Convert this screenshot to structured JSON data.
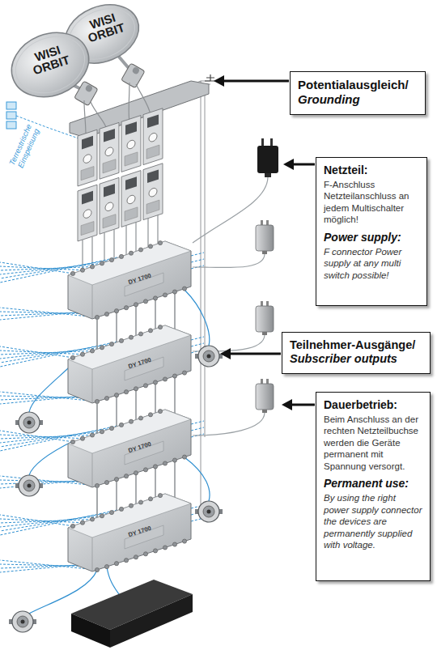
{
  "diagram": {
    "nodes": [
      {
        "text": [
          "WISI ORBIT"
        ]
      },
      {
        "text": [
          "WISI ORBIT"
        ]
      },
      {
        "text": [
          "Potentialausgleich/",
          "Grounding"
        ]
      },
      {
        "text": [
          "Netzteil:",
          "F-Anschluss Netzteilanschluss an jedem Multischalter möglich!",
          "Power supply:",
          "F connector Power supply at any multi switch possible!"
        ]
      },
      {
        "text": [
          "DY 1700"
        ]
      },
      {
        "text": [
          "Teilnehmer-Ausgänge/",
          "Subscriber outputs"
        ]
      },
      {
        "text": [
          "Dauerbetrieb:",
          "Beim Anschluss an der rechten Netzteilbuchse werden die Geräte permanent mit Spannung versorgt.",
          "Permanent use:",
          "By using the right power supply connector the devices are permanently supplied with voltage."
        ]
      },
      {
        "text": [
          "DY 1700"
        ]
      },
      {
        "text": [
          "DY 1700"
        ]
      },
      {
        "text": [
          "DY 1700"
        ]
      }
    ],
    "edges": [
      {
        "from": 4,
        "to": 7,
        "arrow": "none"
      },
      {
        "from": 7,
        "to": 8,
        "arrow": "none"
      },
      {
        "from": 8,
        "to": 9,
        "arrow": "none"
      }
    ],
    "labels": [
      "Terrestrische Einspeisung"
    ]
  }
}
